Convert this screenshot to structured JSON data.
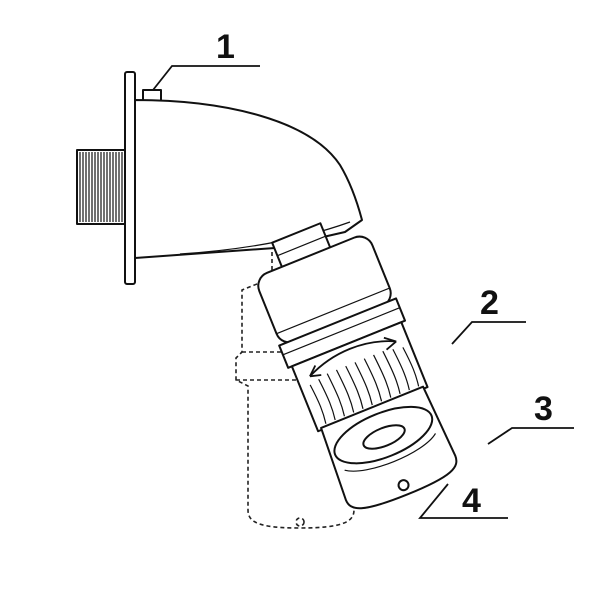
{
  "callouts": [
    {
      "label": "1"
    },
    {
      "label": "2"
    },
    {
      "label": "3"
    },
    {
      "label": "4"
    }
  ],
  "colors": {
    "line": "#111111",
    "background": "#ffffff"
  }
}
